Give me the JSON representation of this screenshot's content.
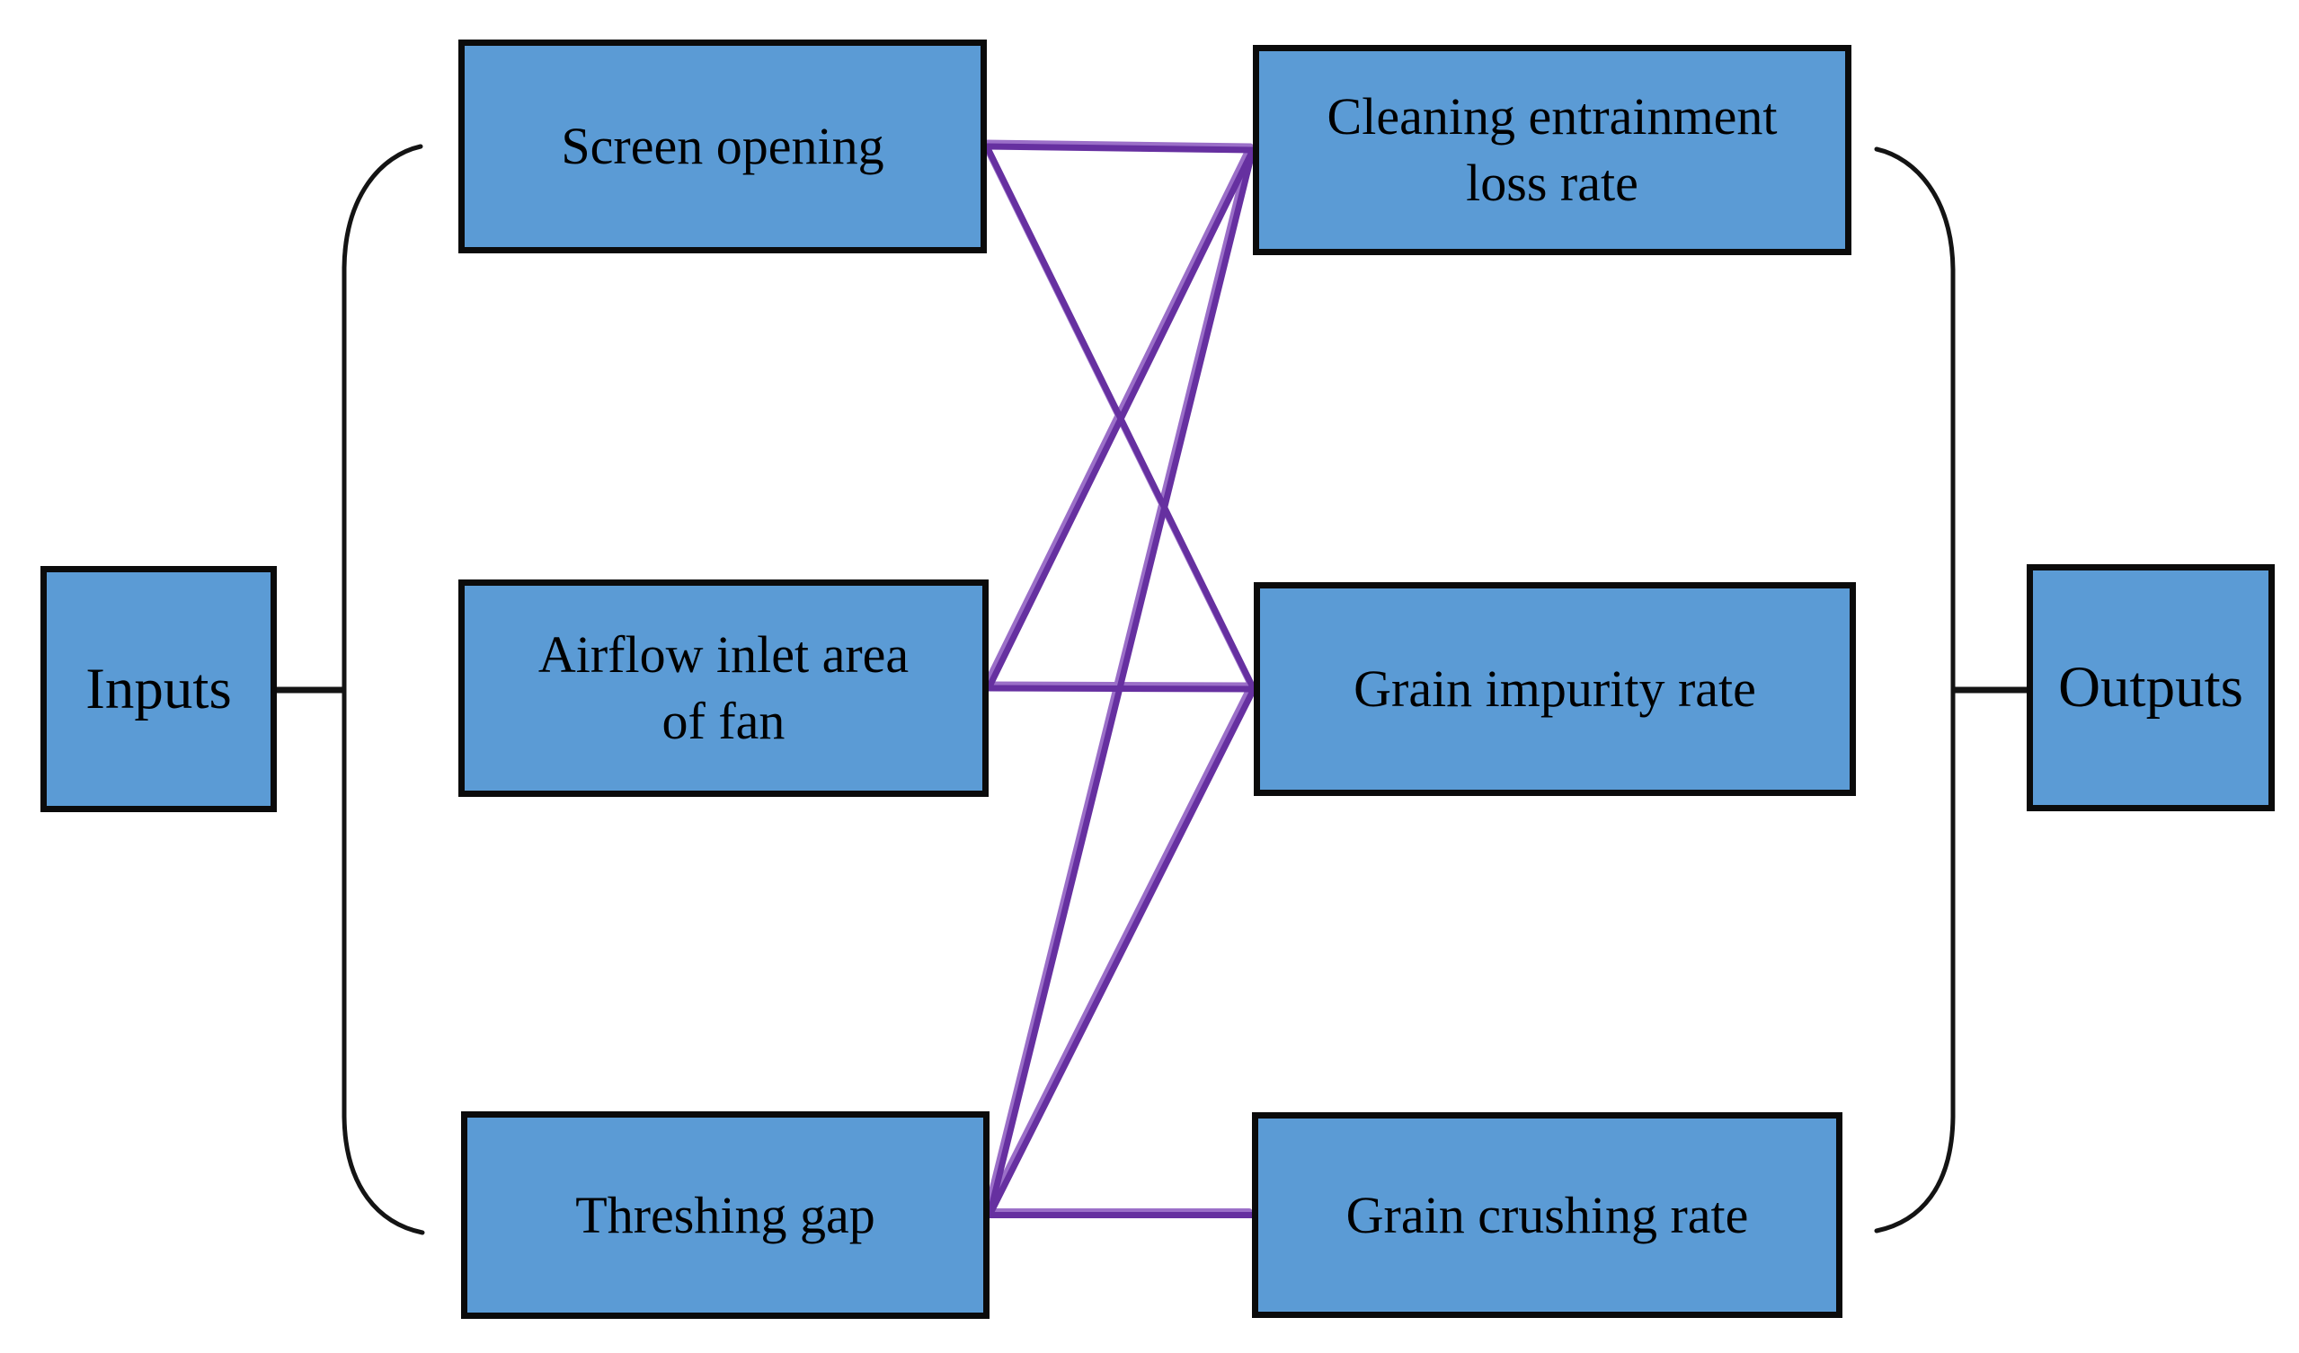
{
  "diagram": {
    "left_group_label": "Inputs",
    "right_group_label": "Outputs",
    "input_nodes": [
      {
        "id": "screen-opening",
        "label": "Screen opening"
      },
      {
        "id": "airflow-inlet-area-of-fan",
        "label": "Airflow inlet area\nof fan"
      },
      {
        "id": "threshing-gap",
        "label": "Threshing gap"
      }
    ],
    "output_nodes": [
      {
        "id": "cleaning-entrainment-loss-rate",
        "label": "Cleaning entrainment\nloss rate"
      },
      {
        "id": "grain-impurity-rate",
        "label": "Grain impurity rate"
      },
      {
        "id": "grain-crushing-rate",
        "label": "Grain crushing rate"
      }
    ],
    "edges": [
      {
        "from": "screen-opening",
        "to": "cleaning-entrainment-loss-rate"
      },
      {
        "from": "screen-opening",
        "to": "grain-impurity-rate"
      },
      {
        "from": "airflow-inlet-area-of-fan",
        "to": "cleaning-entrainment-loss-rate"
      },
      {
        "from": "airflow-inlet-area-of-fan",
        "to": "grain-impurity-rate"
      },
      {
        "from": "threshing-gap",
        "to": "cleaning-entrainment-loss-rate"
      },
      {
        "from": "threshing-gap",
        "to": "grain-impurity-rate"
      },
      {
        "from": "threshing-gap",
        "to": "grain-crushing-rate"
      }
    ],
    "colors": {
      "node_fill": "#5B9BD5",
      "node_border": "#0b0b0b",
      "connector": "#6630A0",
      "connector_light": "#9B6FC8",
      "bracket": "#141414",
      "text": "#000000"
    }
  }
}
